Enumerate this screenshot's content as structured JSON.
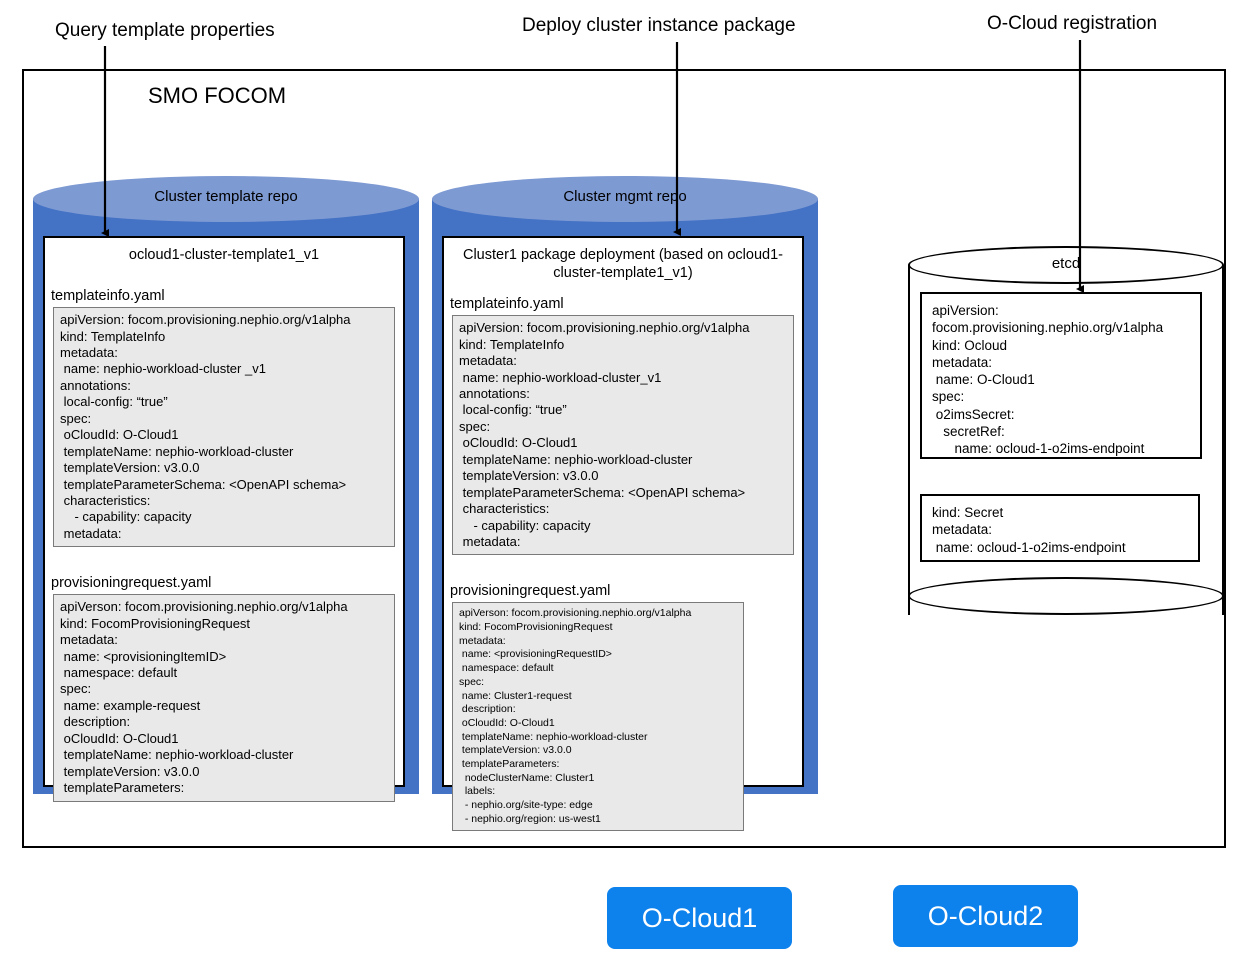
{
  "callouts": [
    {
      "id": "query-template-properties",
      "label": "Query template properties"
    },
    {
      "id": "deploy-cluster-instance-package",
      "label": "Deploy cluster instance package"
    },
    {
      "id": "ocloud-registration",
      "label": "O-Cloud registration"
    }
  ],
  "smo": {
    "title": "SMO FOCOM"
  },
  "repos": {
    "template_repo": {
      "caption": "Cluster template repo",
      "package_title": "ocloud1-cluster-template1_v1",
      "files": [
        {
          "name": "templateinfo.yaml",
          "content": "apiVersion: focom.provisioning.nephio.org/v1alpha\nkind: TemplateInfo\nmetadata:\n name: nephio-workload-cluster _v1\nannotations:\n local-config: “true”\nspec:\n oCloudId: O-Cloud1\n templateName: nephio-workload-cluster\n templateVersion: v3.0.0\n templateParameterSchema: <OpenAPI schema>\n characteristics:\n    - capability: capacity\n metadata:"
        },
        {
          "name": "provisioningrequest.yaml",
          "content": "apiVerson: focom.provisioning.nephio.org/v1alpha\nkind: FocomProvisioningRequest\nmetadata:\n name: <provisioningItemID>\n namespace: default\nspec:\n name: example-request\n description:\n oCloudId: O-Cloud1\n templateName: nephio-workload-cluster\n templateVersion: v3.0.0\n templateParameters:"
        }
      ]
    },
    "mgmt_repo": {
      "caption": "Cluster mgmt repo",
      "package_title": "Cluster1 package deployment (based on ocloud1-cluster-template1_v1)",
      "files": [
        {
          "name": "templateinfo.yaml",
          "content": "apiVersion: focom.provisioning.nephio.org/v1alpha\nkind: TemplateInfo\nmetadata:\n name: nephio-workload-cluster_v1\nannotations:\n local-config: “true”\nspec:\n oCloudId: O-Cloud1\n templateName: nephio-workload-cluster\n templateVersion: v3.0.0\n templateParameterSchema: <OpenAPI schema>\n characteristics:\n    - capability: capacity\n metadata:"
        },
        {
          "name": "provisioningrequest.yaml",
          "content": "apiVerson: focom.provisioning.nephio.org/v1alpha\nkind: FocomProvisioningRequest\nmetadata:\n name: <provisioningRequestID>\n namespace: default\nspec:\n name: Cluster1-request\n description:\n oCloudId: O-Cloud1\n templateName: nephio-workload-cluster\n templateVersion: v3.0.0\n templateParameters:\n  nodeClusterName: Cluster1\n  labels:\n  - nephio.org/site-type: edge\n  - nephio.org/region: us-west1"
        }
      ]
    },
    "etcd": {
      "caption": "etcd",
      "records": [
        {
          "id": "ocloud-cr",
          "content": "apiVersion:\nfocom.provisioning.nephio.org/v1alpha\nkind: Ocloud\nmetadata:\n name: O-Cloud1\nspec:\n o2imsSecret:\n   secretRef:\n      name: ocloud-1-o2ims-endpoint"
        },
        {
          "id": "secret-cr",
          "content": "kind: Secret\nmetadata:\n name: ocloud-1-o2ims-endpoint"
        }
      ]
    }
  },
  "oclouds": [
    {
      "id": "o-cloud1",
      "label": "O-Cloud1"
    },
    {
      "id": "o-cloud2",
      "label": "O-Cloud2"
    }
  ],
  "colors": {
    "cylinder_body": "#4472c4",
    "cylinder_top": "#7e9ad3",
    "yaml_bg": "#e9e9e9",
    "pill_blue": "#0d81ec",
    "outline": "#000000"
  }
}
